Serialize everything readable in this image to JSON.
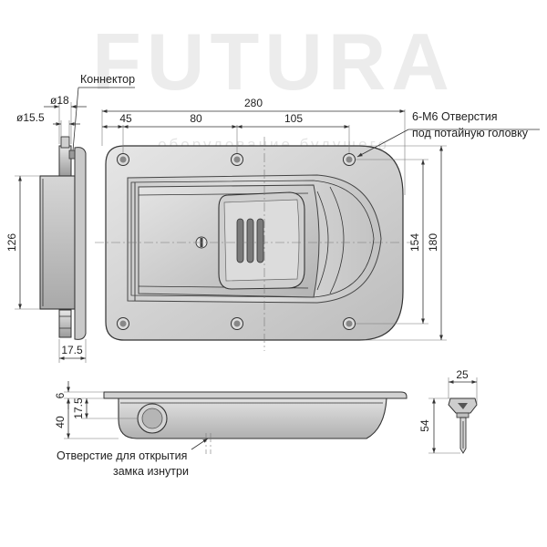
{
  "watermark": {
    "brand": "FUTURA",
    "tagline": "оборудование будущего"
  },
  "labels": {
    "connector": "Коннектор",
    "holes_line1": "6-М6 Отверстия",
    "holes_line2": "под потайную головку",
    "opening_line1": "Отверстие для открытия",
    "opening_line2": "замка изнутри"
  },
  "dimensions": {
    "d18": "ø18",
    "d15_5": "ø15.5",
    "w280": "280",
    "w45": "45",
    "w80": "80",
    "w105": "105",
    "h126": "126",
    "h154": "154",
    "h180": "180",
    "w17_5": "17.5",
    "d6": "6",
    "d17_5": "17.5",
    "d40": "40",
    "key_w25": "25",
    "key_h54": "54"
  },
  "colors": {
    "metal_light": "#d9d9d9",
    "metal_mid": "#b9b9b9",
    "metal_dark": "#8f8f8f",
    "outline": "#333333"
  }
}
